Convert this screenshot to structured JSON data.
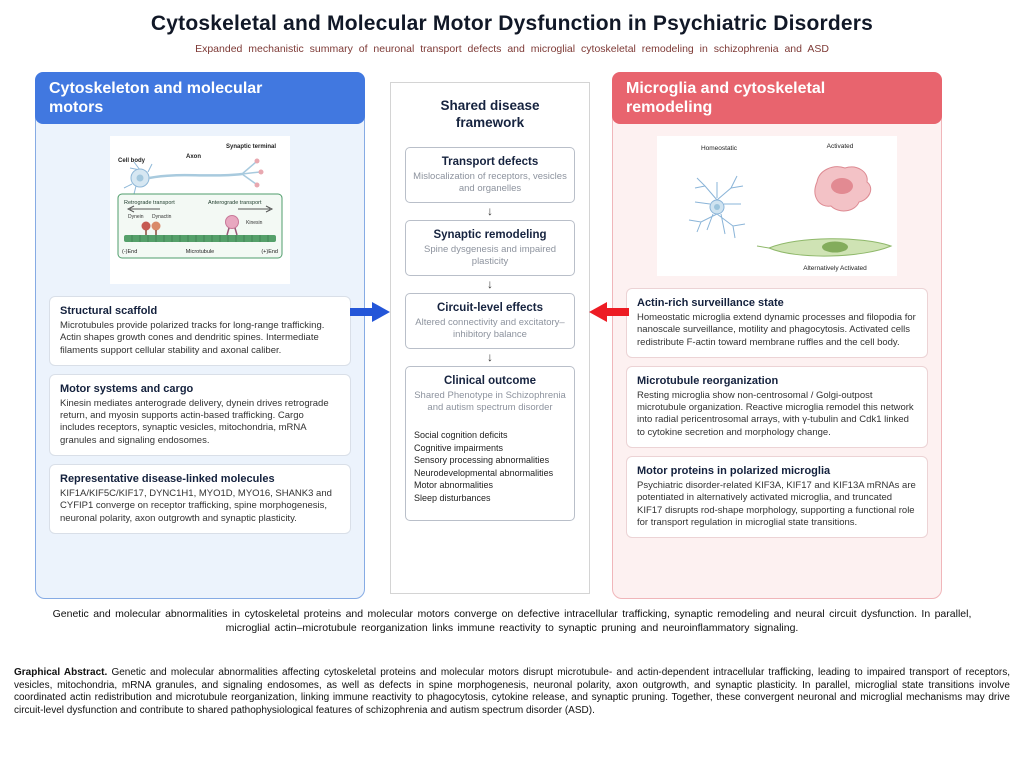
{
  "page": {
    "title": "Cytoskeletal and Molecular Motor Dysfunction in Psychiatric Disorders",
    "subtitle": "Expanded mechanistic summary of neuronal transport defects and microglial cytoskeletal remodeling in schizophrenia and ASD"
  },
  "left": {
    "header": "Cytoskeleton and molecular motors",
    "figure": {
      "cell_body": "Cell body",
      "axon": "Axon",
      "synaptic_terminal": "Synaptic terminal",
      "retrograde": "Retrograde transport",
      "anterograde": "Anterograde transport",
      "dynein": "Dynein",
      "dynactin": "Dynactin",
      "kinesin": "Kinesin",
      "minus_end": "(-)End",
      "microtubule": "Microtubule",
      "plus_end": "(+)End"
    },
    "cards": [
      {
        "title": "Structural scaffold",
        "body": "Microtubules provide polarized tracks for long-range trafficking. Actin shapes growth cones and dendritic spines. Intermediate filaments support cellular stability and axonal caliber."
      },
      {
        "title": "Motor systems and cargo",
        "body": "Kinesin mediates anterograde delivery, dynein drives retrograde return, and myosin supports actin-based trafficking. Cargo includes receptors, synaptic vesicles, mitochondria, mRNA granules and signaling endosomes."
      },
      {
        "title": "Representative disease-linked molecules",
        "body": "KIF1A/KIF5C/KIF17, DYNC1H1, MYO1D, MYO16, SHANK3 and CYFIP1 converge on receptor trafficking, spine morphogenesis, neuronal polarity, axon outgrowth and synaptic plasticity."
      }
    ]
  },
  "middle": {
    "header": "Shared disease framework",
    "down_arrow": "↓",
    "steps": [
      {
        "title": "Transport defects",
        "subtitle": "Mislocalization of receptors, vesicles and organelles"
      },
      {
        "title": "Synaptic remodeling",
        "subtitle": "Spine dysgenesis and impaired plasticity"
      },
      {
        "title": "Circuit-level effects",
        "subtitle": "Altered connectivity and excitatory–inhibitory balance"
      }
    ],
    "outcome": {
      "title": "Clinical outcome",
      "subtitle": "Shared Phenotype in Schizophrenia and autism spectrum disorder",
      "items": [
        "Social cognition deficits",
        "Cognitive impairments",
        "Sensory processing abnormalities",
        "Neurodevelopmental abnormalities",
        "Motor abnormalities",
        "Sleep disturbances"
      ]
    }
  },
  "right": {
    "header": "Microglia and cytoskeletal remodeling",
    "figure": {
      "homeostatic": "Homeostatic",
      "activated": "Activated",
      "alt_activated": "Alternatively Activated"
    },
    "cards": [
      {
        "title": "Actin-rich surveillance state",
        "body": "Homeostatic microglia extend dynamic processes and filopodia for nanoscale surveillance, motility and phagocytosis. Activated cells redistribute F-actin toward membrane ruffles and the cell body."
      },
      {
        "title": "Microtubule reorganization",
        "body": "Resting microglia show non-centrosomal / Golgi-outpost microtubule organization. Reactive microglia remodel this network into radial pericentrosomal arrays, with γ-tubulin and Cdk1 linked to cytokine secretion and morphology change."
      },
      {
        "title": "Motor proteins in polarized microglia",
        "body": "Psychiatric disorder-related KIF3A, KIF17 and KIF13A mRNAs are potentiated in alternatively activated microglia, and truncated KIF17 disrupts rod-shape morphology, supporting a functional role for transport regulation in microglial state transitions."
      }
    ]
  },
  "summary": "Genetic and molecular abnormalities in cytoskeletal proteins and molecular motors converge on defective intracellular trafficking, synaptic remodeling and neural circuit dysfunction. In parallel, microglial actin–microtubule reorganization links immune reactivity to synaptic pruning and neuroinflammatory signaling.",
  "caption": {
    "label": "Graphical Abstract.",
    "body": "Genetic and molecular abnormalities affecting cytoskeletal proteins and molecular motors disrupt microtubule- and actin-dependent intracellular trafficking, leading to impaired transport of receptors, vesicles, mitochondria, mRNA granules, and signaling endosomes, as well as defects in spine morphogenesis, neuronal polarity, axon outgrowth, and synaptic plasticity. In parallel, microglial state transitions involve coordinated actin redistribution and microtubule reorganization, linking immune reactivity to phagocytosis, cytokine release, and synaptic pruning. Together, these convergent neuronal and microglial mechanisms may drive circuit-level dysfunction and contribute to shared pathophysiological features of schizophrenia and autism spectrum disorder (ASD)."
  },
  "colors": {
    "left_accent": "#4178e0",
    "right_accent": "#e8646e",
    "flow_arrow_blue": "#2456d8",
    "flow_arrow_red": "#ed1c24"
  }
}
